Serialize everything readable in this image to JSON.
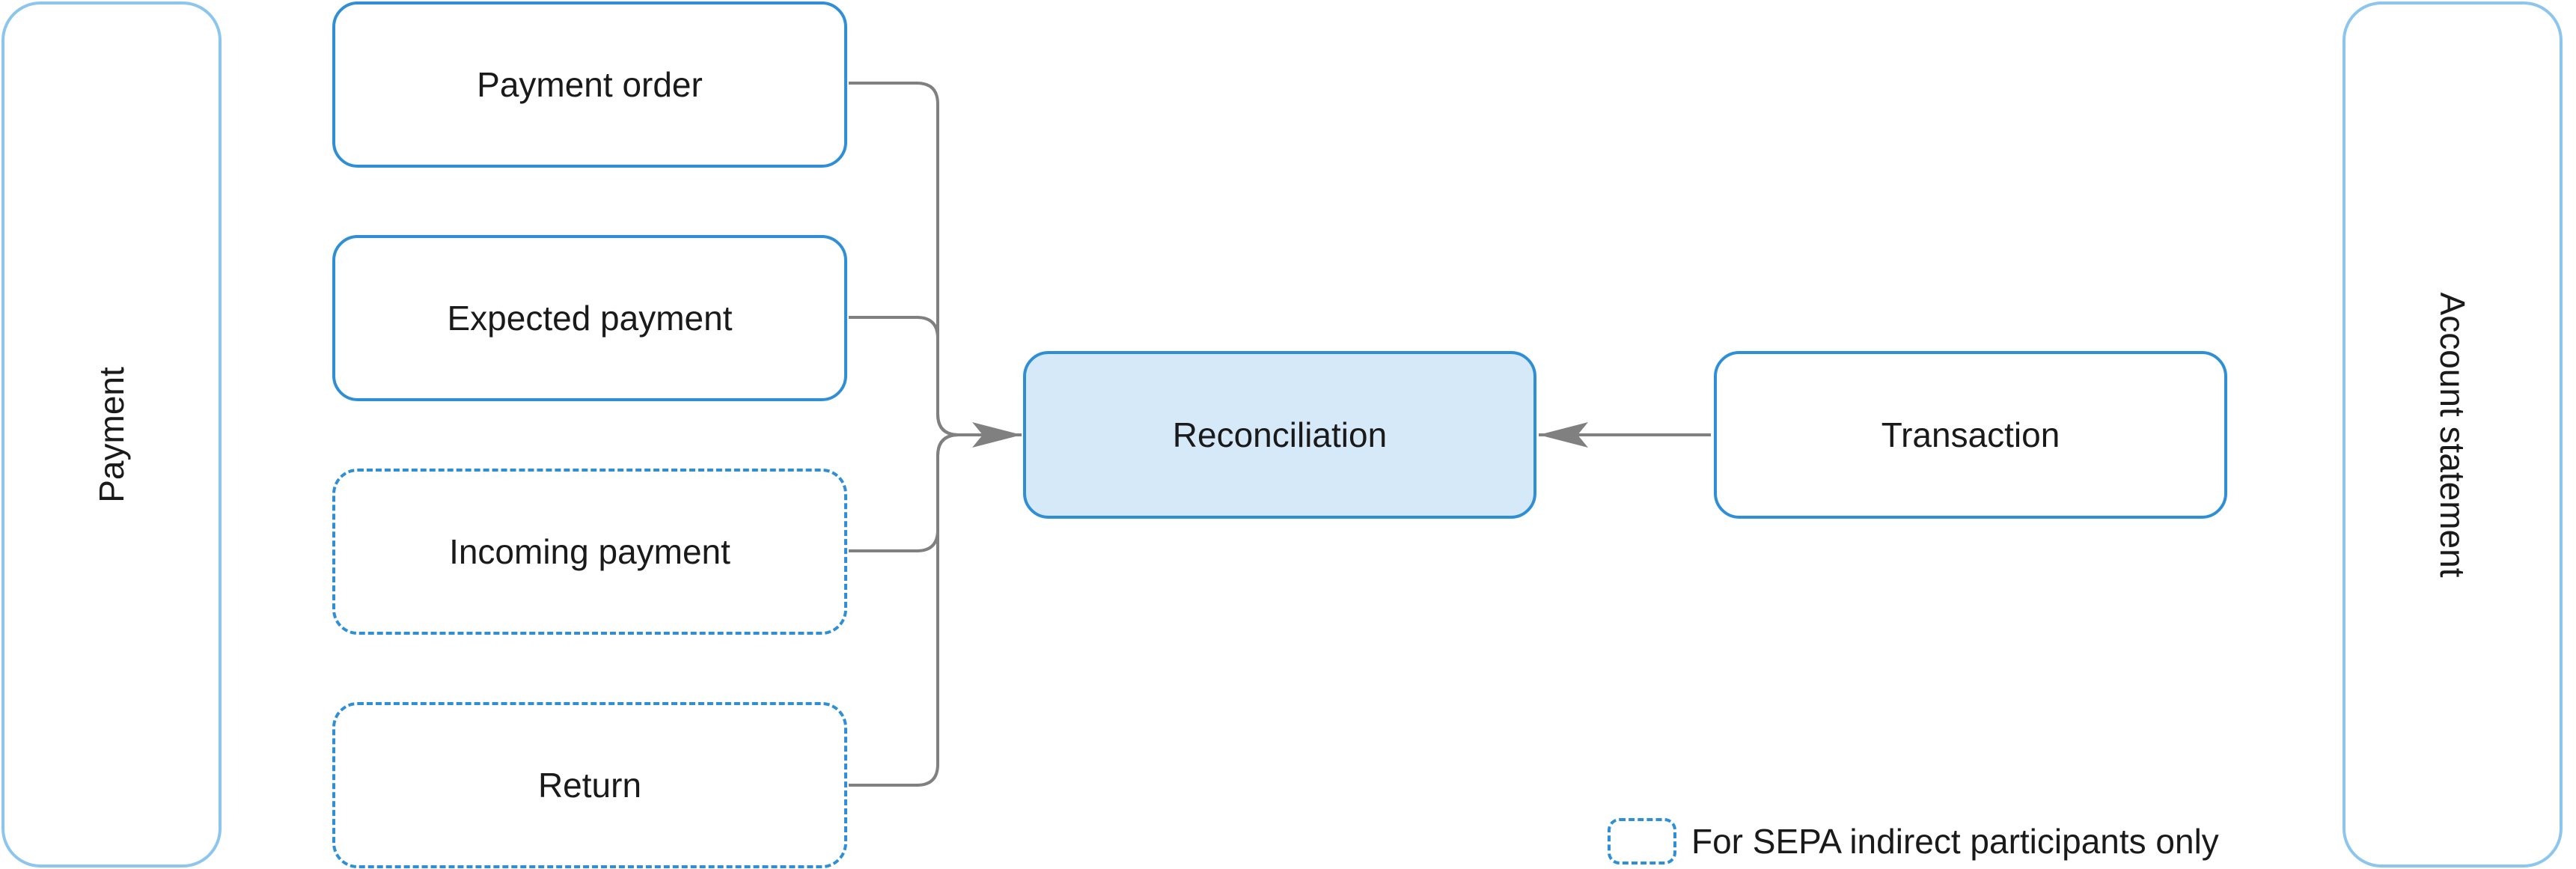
{
  "diagram": {
    "left_panel": {
      "label": "Payment"
    },
    "right_panel": {
      "label": "Account statement"
    },
    "inputs": [
      {
        "label": "Payment order",
        "style": "solid"
      },
      {
        "label": "Expected payment",
        "style": "solid"
      },
      {
        "label": "Incoming payment",
        "style": "dashed"
      },
      {
        "label": "Return",
        "style": "dashed"
      }
    ],
    "center": {
      "label": "Reconciliation"
    },
    "source": {
      "label": "Transaction"
    },
    "legend": {
      "label": "For SEPA indirect participants only",
      "style": "dashed"
    },
    "colors": {
      "box_border": "#2f8fd6",
      "panel_border": "#8cc6ee",
      "highlight_fill": "#d6e9f8",
      "connector": "#808080"
    }
  }
}
